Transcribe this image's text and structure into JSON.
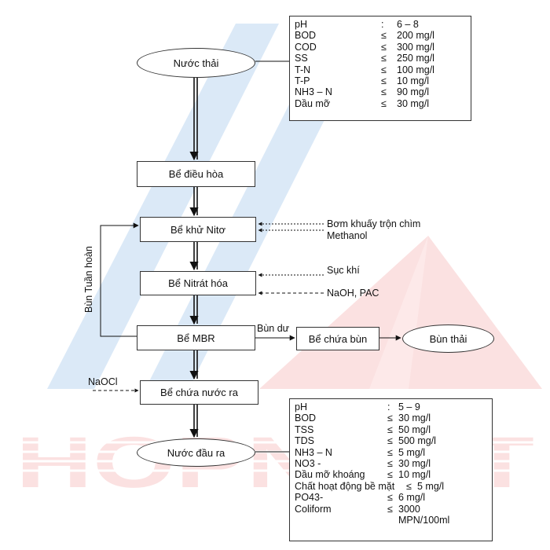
{
  "watermark": {
    "text": "HOPNHAT",
    "colors": {
      "blue": "#dbe9f7",
      "red": "#fbe1e1"
    }
  },
  "nodes": {
    "input": "Nước thải",
    "equalization": "Bể điều hòa",
    "denitrification": "Bể khử Nitơ",
    "nitrification": "Bể Nitrát hóa",
    "mbr": "Bể MBR",
    "sludge_tank": "Bể chứa bùn",
    "sludge_out": "Bùn thải",
    "clean_tank": "Bể chứa nước ra",
    "output": "Nước đầu ra"
  },
  "side_labels": {
    "mixer": "Bơm khuấy trộn chìm",
    "methanol": "Methanol",
    "aeration": "Sục khí",
    "chemicals": "NaOH, PAC",
    "excess_sludge": "Bùn dư",
    "naocl": "NaOCl",
    "recycle": "Bùn Tuần hoàn"
  },
  "input_spec": [
    {
      "param": "pH",
      "op": ":",
      "value": "6 – 8"
    },
    {
      "param": "BOD",
      "op": "≤",
      "value": "200 mg/l"
    },
    {
      "param": "COD",
      "op": "≤",
      "value": "300 mg/l"
    },
    {
      "param": "SS",
      "op": "≤",
      "value": "250 mg/l"
    },
    {
      "param": "T-N",
      "op": "≤",
      "value": "100 mg/l"
    },
    {
      "param": "T-P",
      "op": "≤",
      "value": "10 mg/l"
    },
    {
      "param": "NH3 – N",
      "op": "≤",
      "value": "90 mg/l"
    },
    {
      "param": "Dầu mỡ",
      "op": "≤",
      "value": "30 mg/l"
    }
  ],
  "output_spec": [
    {
      "param": "pH",
      "op": ":",
      "value": "5 – 9"
    },
    {
      "param": "BOD",
      "op": "≤",
      "value": "30 mg/l"
    },
    {
      "param": "TSS",
      "op": "≤",
      "value": "50 mg/l"
    },
    {
      "param": "TDS",
      "op": "≤",
      "value": "500 mg/l"
    },
    {
      "param": "NH3 – N",
      "op": "≤",
      "value": "5 mg/l"
    },
    {
      "param": "NO3 -",
      "op": "≤",
      "value": "30 mg/l"
    },
    {
      "param": "Dầu mỡ khoáng",
      "op": "≤",
      "value": "10 mg/l"
    },
    {
      "param": "Chất hoạt động bề mặt",
      "op": "≤",
      "value": "5 mg/l"
    },
    {
      "param": "PO43-",
      "op": "≤",
      "value": "6 mg/l"
    },
    {
      "param": "Coliform",
      "op": "≤",
      "value": "3000"
    },
    {
      "param": "",
      "op": "",
      "value": "MPN/100ml"
    }
  ]
}
